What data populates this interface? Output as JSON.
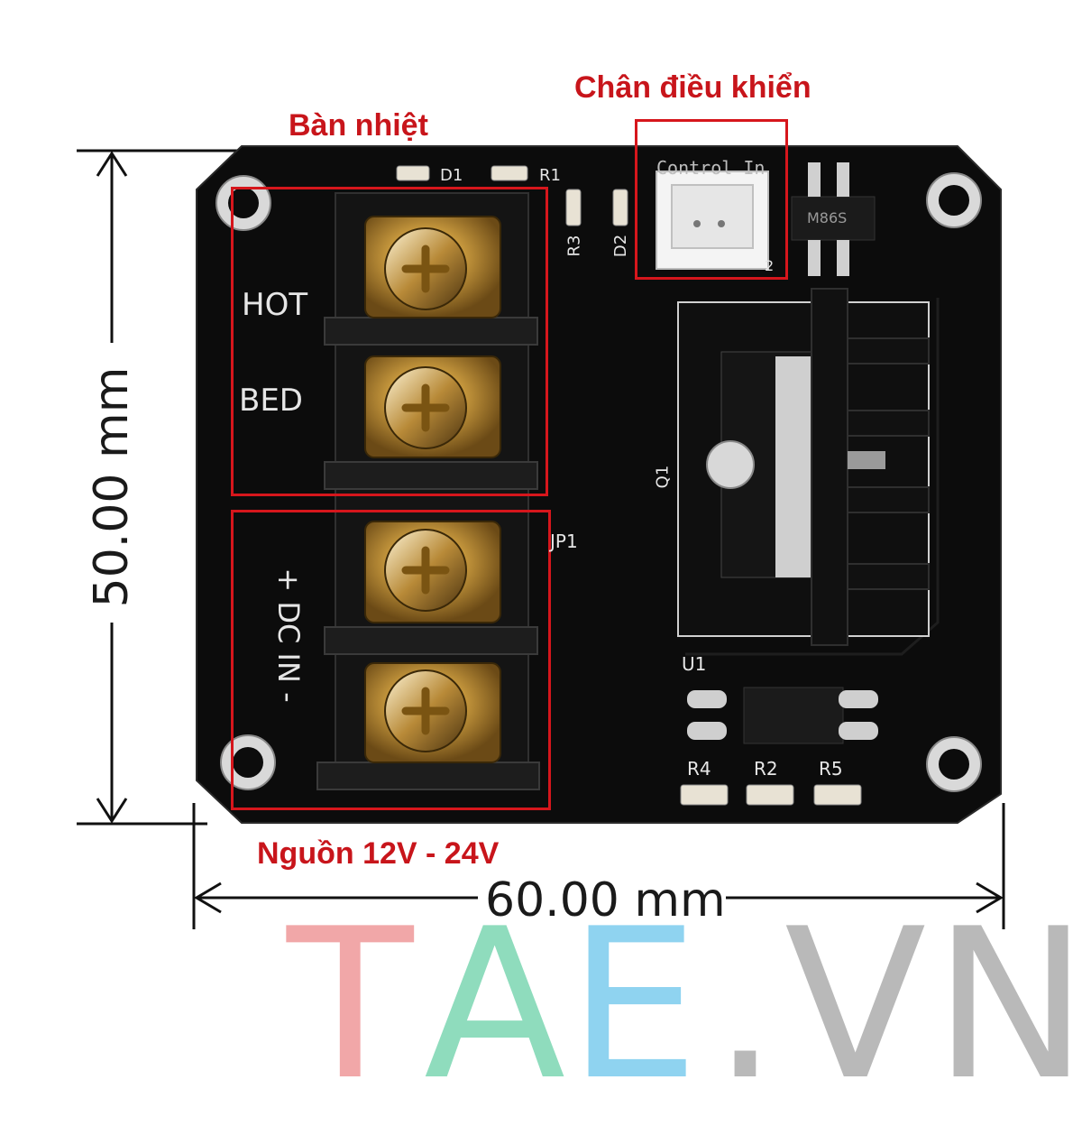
{
  "annotations": {
    "heat_bed": "Bàn nhiệt",
    "control_pin": "Chân điều khiển",
    "power": "Nguồn 12V - 24V"
  },
  "silkscreen": {
    "hot": "HOT",
    "bed": "BED",
    "dc_in": "+ DC IN -",
    "d1": "D1",
    "r1": "R1",
    "r3": "R3",
    "d2": "D2",
    "control_in": "Control In",
    "chip_mark": "M86S",
    "q1": "Q1",
    "jp1": "JP1",
    "u1": "U1",
    "r4": "R4",
    "r2": "R2",
    "r5": "R5",
    "pin2": "2"
  },
  "dimensions": {
    "height": "50.00 mm",
    "width": "60.00 mm"
  },
  "logo": {
    "letters": [
      "T",
      "A",
      "E",
      ".",
      "V",
      "N"
    ],
    "colors": [
      "#f1a7a8",
      "#8fdcbd",
      "#8fd3f0",
      "#b9b9b9",
      "#b9b9b9",
      "#b9b9b9"
    ]
  },
  "colors": {
    "annotation": "#c8151b",
    "board": "#0c0c0c",
    "terminal_brass": "#c99a3e"
  }
}
